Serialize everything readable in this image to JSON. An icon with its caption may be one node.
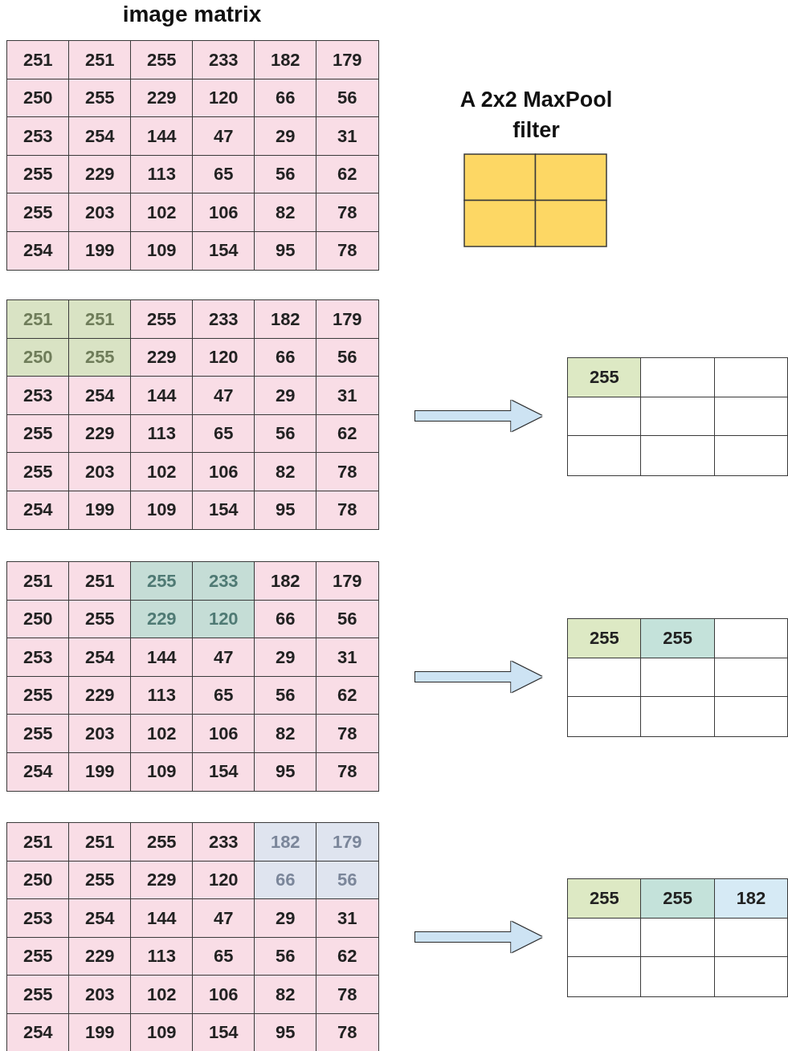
{
  "diagram": {
    "nodes": [
      {
        "text": [
          "image matrix"
        ]
      },
      {
        "text": [
          "A 2x2 MaxPool filter"
        ]
      },
      {
        "text": [],
        "shape": "grid"
      },
      {
        "text": [],
        "shape": "grid"
      },
      {
        "text": [],
        "shape": "grid"
      },
      {
        "text": [],
        "shape": "grid"
      },
      {
        "text": [],
        "shape": "grid"
      },
      {
        "text": [],
        "shape": "grid"
      }
    ],
    "edges": [
      {
        "from": 2,
        "to": 3,
        "arrow": "to"
      },
      {
        "from": 4,
        "to": 5,
        "arrow": "to"
      },
      {
        "from": 6,
        "to": 7,
        "arrow": "to"
      }
    ],
    "labels": [
      "251",
      "251",
      "255",
      "233",
      "182",
      "179",
      "250",
      "255",
      "229",
      "120",
      "66",
      "56",
      "253",
      "254",
      "144",
      "47",
      "29",
      "31",
      "255",
      "229",
      "113",
      "65",
      "56",
      "62",
      "255",
      "203",
      "102",
      "106",
      "82",
      "78",
      "254",
      "199",
      "109",
      "154",
      "95",
      "78",
      "251",
      "251",
      "255",
      "233",
      "182",
      "179",
      "250",
      "255",
      "229",
      "120",
      "66",
      "56",
      "253",
      "254",
      "144",
      "47",
      "29",
      "31",
      "255",
      "229",
      "113",
      "65",
      "56",
      "62",
      "255",
      "203",
      "102",
      "106",
      "82",
      "78",
      "254",
      "199",
      "109",
      "154",
      "95",
      "78",
      "255",
      "251",
      "251",
      "255",
      "233",
      "182",
      "179",
      "250",
      "255",
      "229",
      "120",
      "66",
      "56",
      "253",
      "254",
      "144",
      "47",
      "29",
      "31",
      "255",
      "229",
      "113",
      "65",
      "56",
      "62",
      "255",
      "203",
      "102",
      "106",
      "82",
      "78",
      "254",
      "199",
      "109",
      "154",
      "95",
      "78",
      "255",
      "255",
      "251",
      "251",
      "255",
      "233",
      "182",
      "179",
      "250",
      "255",
      "229",
      "120",
      "66",
      "56",
      "253",
      "254",
      "144",
      "47",
      "29",
      "31",
      "255",
      "229",
      "113",
      "65",
      "56",
      "62",
      "255",
      "203",
      "102",
      "106",
      "82",
      "78",
      "254",
      "199",
      "109",
      "154",
      "95",
      "78",
      "255",
      "255",
      "182"
    ]
  }
}
